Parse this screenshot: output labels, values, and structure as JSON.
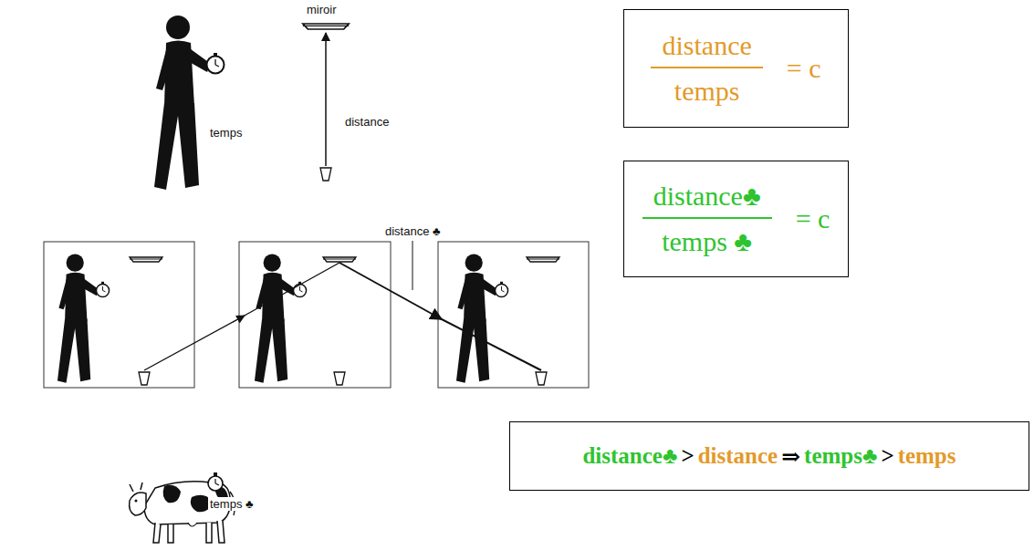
{
  "diagram": {
    "nodes": [
      {
        "text": [
          "distance",
          "temps",
          "= c"
        ]
      },
      {
        "text": [
          "distance♣",
          "temps ♣",
          "= c"
        ]
      },
      {
        "text": [
          "distance♣",
          ">",
          "distance",
          "⇒",
          "temps♣",
          ">",
          "temps"
        ]
      }
    ],
    "labels": [
      "miroir",
      "temps",
      "distance",
      "distance ♣",
      "temps ♣"
    ]
  }
}
